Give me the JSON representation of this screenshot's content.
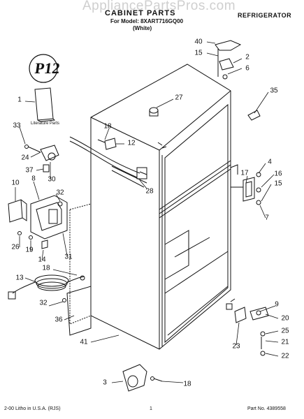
{
  "watermark": "AppliancePartsPros.com",
  "header": {
    "title": "CABINET PARTS",
    "model_line": "For Model: 8XART716GQ00",
    "color_line": "(White)",
    "appliance": "REFRIGERATOR"
  },
  "stamp": "P12",
  "literature_label": "Literature Parts",
  "footer": {
    "left": "2-00 Litho in U.S.A. (RJS)",
    "page": "1",
    "part_no": "Part No. 4389558"
  },
  "callouts": [
    "40",
    "15",
    "2",
    "6",
    "35",
    "27",
    "1",
    "33",
    "18",
    "12",
    "24",
    "30",
    "37",
    "28",
    "10",
    "8",
    "32",
    "26",
    "19",
    "14",
    "31",
    "17",
    "4",
    "16",
    "15",
    "7",
    "18",
    "13",
    "32",
    "36",
    "41",
    "9",
    "20",
    "25",
    "21",
    "22",
    "23",
    "3",
    "18"
  ]
}
